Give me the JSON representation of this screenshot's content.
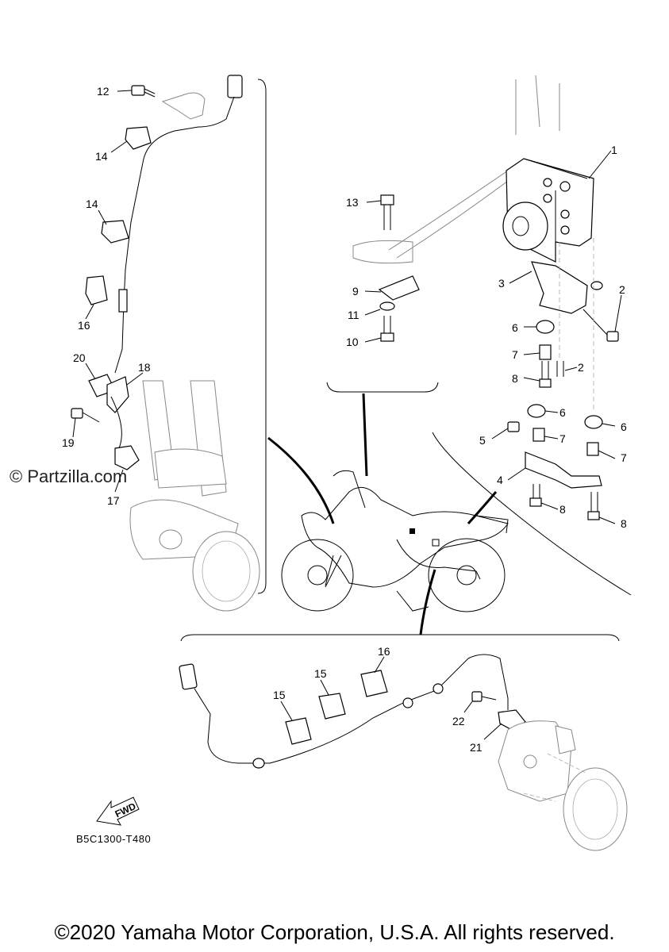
{
  "watermark": "© Partzilla.com",
  "diagram_code": "B5C1300-T480",
  "copyright": "©2020 Yamaha Motor Corporation, U.S.A. All rights reserved.",
  "fwd_label": "FWD",
  "callouts": [
    {
      "id": "c12",
      "label": "12"
    },
    {
      "id": "c14a",
      "label": "14"
    },
    {
      "id": "c14b",
      "label": "14"
    },
    {
      "id": "c16a",
      "label": "16"
    },
    {
      "id": "c20",
      "label": "20"
    },
    {
      "id": "c18",
      "label": "18"
    },
    {
      "id": "c19",
      "label": "19"
    },
    {
      "id": "c17",
      "label": "17"
    },
    {
      "id": "c13",
      "label": "13"
    },
    {
      "id": "c9",
      "label": "9"
    },
    {
      "id": "c11",
      "label": "11"
    },
    {
      "id": "c10",
      "label": "10"
    },
    {
      "id": "c1",
      "label": "1"
    },
    {
      "id": "c3",
      "label": "3"
    },
    {
      "id": "c2a",
      "label": "2"
    },
    {
      "id": "c6a",
      "label": "6"
    },
    {
      "id": "c7a",
      "label": "7"
    },
    {
      "id": "c8a",
      "label": "8"
    },
    {
      "id": "c2b",
      "label": "2"
    },
    {
      "id": "c6b",
      "label": "6"
    },
    {
      "id": "c6c",
      "label": "6"
    },
    {
      "id": "c5",
      "label": "5"
    },
    {
      "id": "c7b",
      "label": "7"
    },
    {
      "id": "c7c",
      "label": "7"
    },
    {
      "id": "c4",
      "label": "4"
    },
    {
      "id": "c8b",
      "label": "8"
    },
    {
      "id": "c8c",
      "label": "8"
    },
    {
      "id": "c16b",
      "label": "16"
    },
    {
      "id": "c15a",
      "label": "15"
    },
    {
      "id": "c15b",
      "label": "15"
    },
    {
      "id": "c22",
      "label": "22"
    },
    {
      "id": "c21",
      "label": "21"
    }
  ]
}
